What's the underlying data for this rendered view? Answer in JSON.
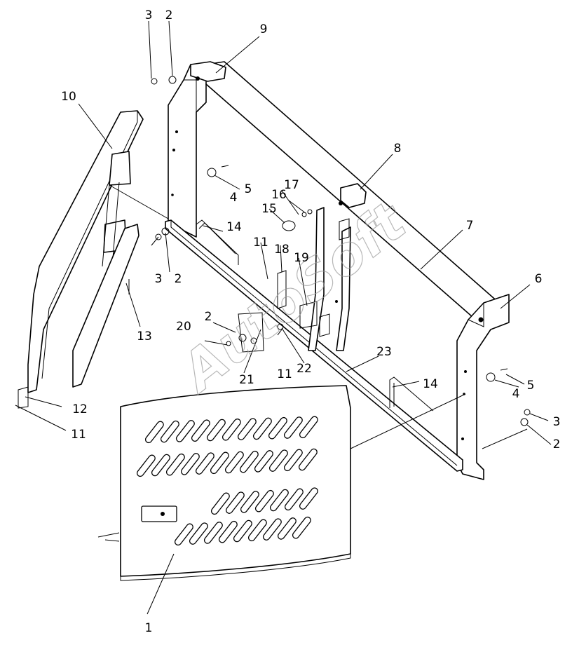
{
  "watermark": "AutoSoft",
  "callouts": [
    {
      "label": "1"
    },
    {
      "label": "2"
    },
    {
      "label": "2"
    },
    {
      "label": "2"
    },
    {
      "label": "2"
    },
    {
      "label": "3"
    },
    {
      "label": "3"
    },
    {
      "label": "3"
    },
    {
      "label": "4"
    },
    {
      "label": "4"
    },
    {
      "label": "5"
    },
    {
      "label": "5"
    },
    {
      "label": "6"
    },
    {
      "label": "7"
    },
    {
      "label": "8"
    },
    {
      "label": "9"
    },
    {
      "label": "10"
    },
    {
      "label": "11"
    },
    {
      "label": "11"
    },
    {
      "label": "11"
    },
    {
      "label": "12"
    },
    {
      "label": "13"
    },
    {
      "label": "14"
    },
    {
      "label": "14"
    },
    {
      "label": "15"
    },
    {
      "label": "16"
    },
    {
      "label": "17"
    },
    {
      "label": "18"
    },
    {
      "label": "19"
    },
    {
      "label": "20"
    },
    {
      "label": "21"
    },
    {
      "label": "22"
    },
    {
      "label": "23"
    }
  ]
}
